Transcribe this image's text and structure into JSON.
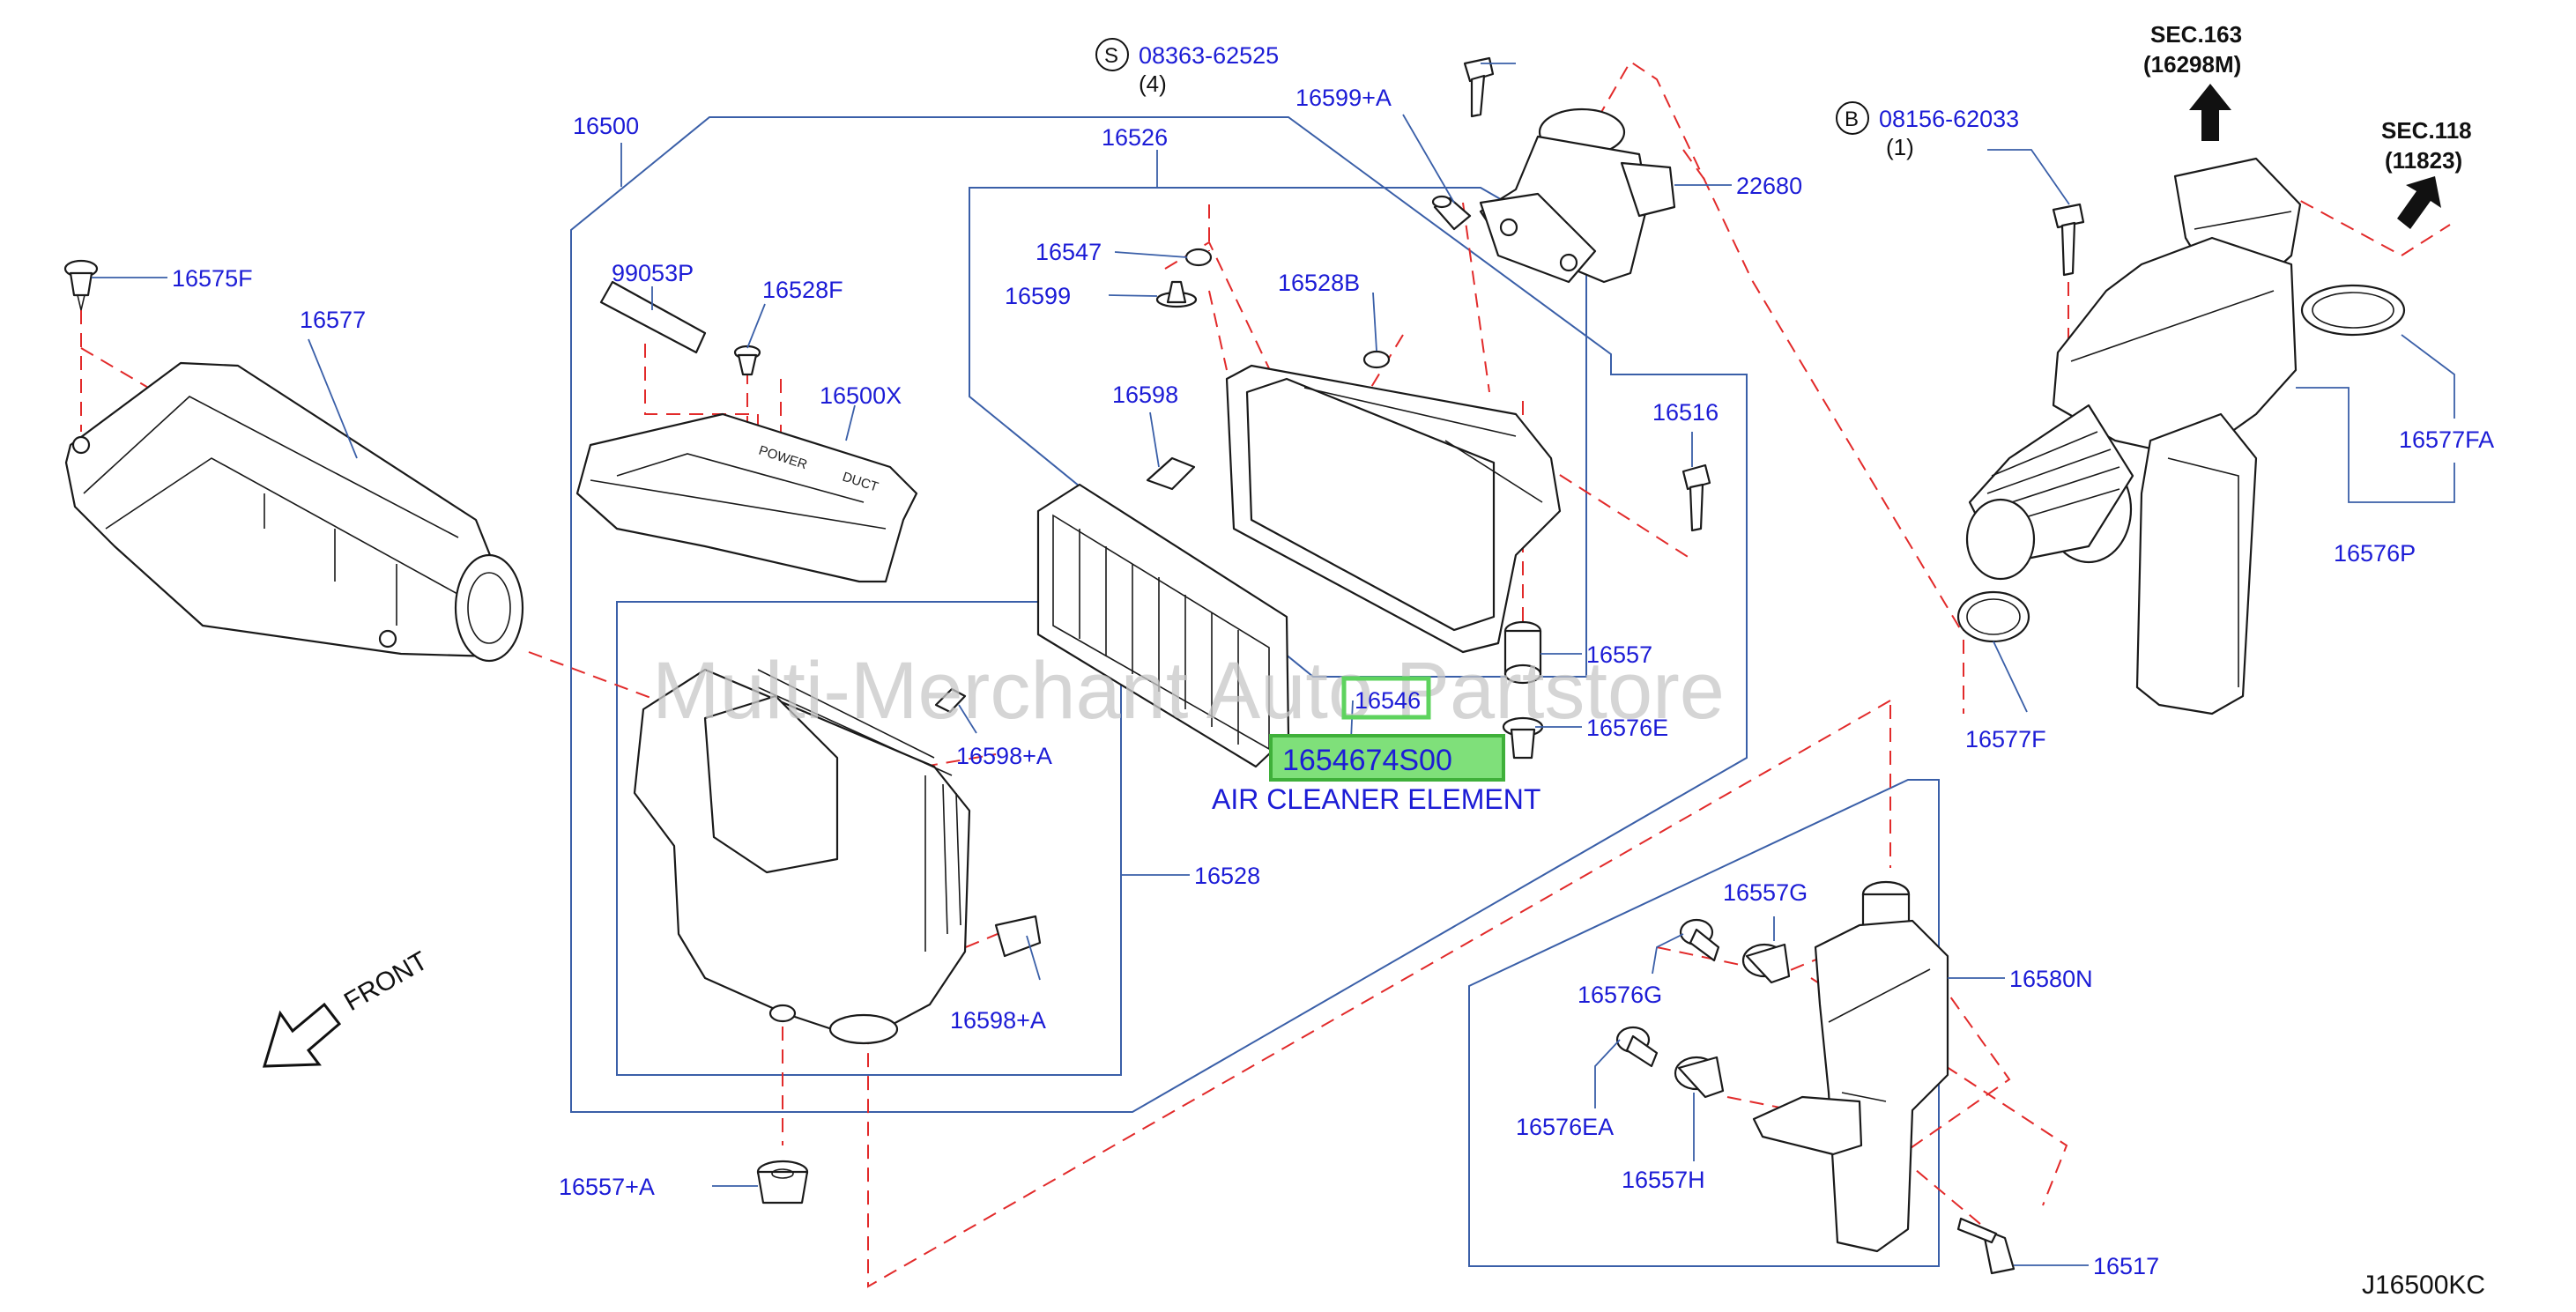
{
  "watermark": "Multi-Merchant Auto Partstore",
  "diagram_code": "J16500KC",
  "front_label": "FRONT",
  "highlight": {
    "part_number": "1654674S00",
    "description": "AIR CLEANER ELEMENT",
    "color": "#5ed35e"
  },
  "callouts": {
    "p16500": "16500",
    "p16575F": "16575F",
    "p16577": "16577",
    "p99053P": "99053P",
    "p16528F": "16528F",
    "p16500X": "16500X",
    "p16526": "16526",
    "p16547": "16547",
    "p16599": "16599",
    "p16528B": "16528B",
    "p16598": "16598",
    "p16546": "16546",
    "p16598A1": "16598+A",
    "p16598A2": "16598+A",
    "p16528": "16528",
    "p16557A": "16557+A",
    "p16599A": "16599+A",
    "p22680": "22680",
    "p16516": "16516",
    "p16557": "16557",
    "p16576E": "16576E",
    "p16577FA": "16577FA",
    "p16576P": "16576P",
    "p16577F": "16577F",
    "p16557G": "16557G",
    "p16576G": "16576G",
    "p16580N": "16580N",
    "p16576EA": "16576EA",
    "p16557H": "16557H",
    "p16517": "16517"
  },
  "symbol_parts": [
    {
      "symbol": "S",
      "number": "08363-62525",
      "qty": "(4)"
    },
    {
      "symbol": "B",
      "number": "08156-62033",
      "qty": "(1)"
    }
  ],
  "section_refs": [
    {
      "sec": "SEC.163",
      "ref": "(16298M)"
    },
    {
      "sec": "SEC.118",
      "ref": "(11823)"
    }
  ],
  "colors": {
    "callout": "#1c1cd6",
    "frame_line": "#3a5fa8",
    "dashed_line": "#e22a2a"
  }
}
